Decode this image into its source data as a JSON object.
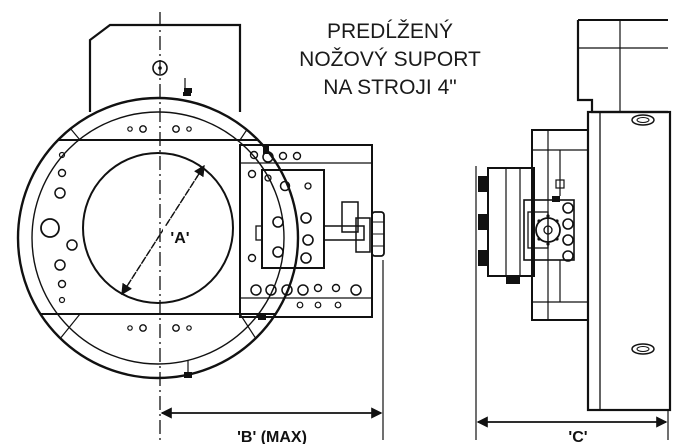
{
  "title": {
    "line1": "PREDĹŽENÝ",
    "line2": "NOŽOVÝ SUPORT",
    "line3": "NA STROJI 4\""
  },
  "labels": {
    "a": "'A'",
    "b": "'B' (MAX)",
    "c": "'C'"
  },
  "colors": {
    "line": "#111111",
    "background": "#ffffff"
  }
}
